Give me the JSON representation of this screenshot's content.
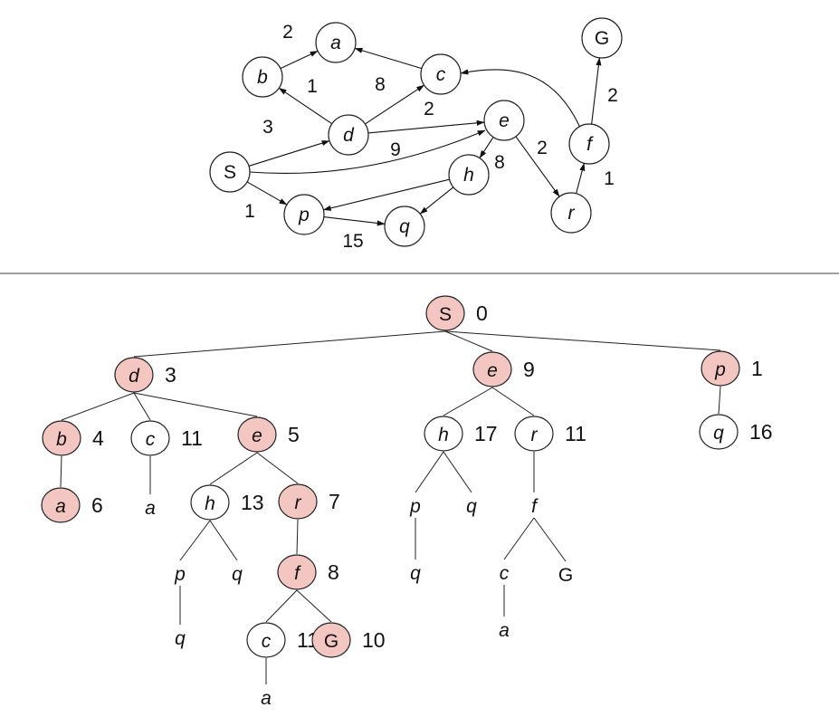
{
  "graph": {
    "nodes": [
      {
        "id": "S",
        "label": "S",
        "italic": false
      },
      {
        "id": "a",
        "label": "a",
        "italic": true
      },
      {
        "id": "b",
        "label": "b",
        "italic": true
      },
      {
        "id": "c",
        "label": "c",
        "italic": true
      },
      {
        "id": "d",
        "label": "d",
        "italic": true
      },
      {
        "id": "e",
        "label": "e",
        "italic": true
      },
      {
        "id": "f",
        "label": "f",
        "italic": true
      },
      {
        "id": "G",
        "label": "G",
        "italic": false
      },
      {
        "id": "h",
        "label": "h",
        "italic": true
      },
      {
        "id": "p",
        "label": "p",
        "italic": true
      },
      {
        "id": "q",
        "label": "q",
        "italic": true
      },
      {
        "id": "r",
        "label": "r",
        "italic": true
      }
    ],
    "edges": [
      {
        "from": "b",
        "to": "a",
        "weight": "2"
      },
      {
        "from": "c",
        "to": "a",
        "weight": ""
      },
      {
        "from": "d",
        "to": "b",
        "weight": "1"
      },
      {
        "from": "d",
        "to": "c",
        "weight": "8"
      },
      {
        "from": "d",
        "to": "e",
        "weight": "2"
      },
      {
        "from": "S",
        "to": "d",
        "weight": "3"
      },
      {
        "from": "S",
        "to": "e",
        "weight": "9"
      },
      {
        "from": "S",
        "to": "p",
        "weight": "1"
      },
      {
        "from": "e",
        "to": "h",
        "weight": "8"
      },
      {
        "from": "e",
        "to": "r",
        "weight": "2"
      },
      {
        "from": "h",
        "to": "p",
        "weight": ""
      },
      {
        "from": "h",
        "to": "q",
        "weight": ""
      },
      {
        "from": "p",
        "to": "q",
        "weight": "15"
      },
      {
        "from": "r",
        "to": "f",
        "weight": "1"
      },
      {
        "from": "f",
        "to": "c",
        "weight": ""
      },
      {
        "from": "f",
        "to": "G",
        "weight": "2"
      }
    ]
  },
  "tree": {
    "nodes": [
      {
        "id": "t0",
        "label": "S",
        "italic": false,
        "style": "filled",
        "cost": "0"
      },
      {
        "id": "t1",
        "label": "d",
        "italic": true,
        "style": "filled",
        "cost": "3"
      },
      {
        "id": "t2",
        "label": "e",
        "italic": true,
        "style": "filled",
        "cost": "9"
      },
      {
        "id": "t3",
        "label": "p",
        "italic": true,
        "style": "filled",
        "cost": "1"
      },
      {
        "id": "t4",
        "label": "b",
        "italic": true,
        "style": "filled",
        "cost": "4"
      },
      {
        "id": "t5",
        "label": "c",
        "italic": true,
        "style": "open",
        "cost": "11"
      },
      {
        "id": "t6",
        "label": "e",
        "italic": true,
        "style": "filled",
        "cost": "5"
      },
      {
        "id": "t7",
        "label": "a",
        "italic": true,
        "style": "filled",
        "cost": "6"
      },
      {
        "id": "t8",
        "label": "a",
        "italic": true,
        "style": "plain",
        "cost": ""
      },
      {
        "id": "t9",
        "label": "h",
        "italic": true,
        "style": "open",
        "cost": "13"
      },
      {
        "id": "t10",
        "label": "r",
        "italic": true,
        "style": "filled",
        "cost": "7"
      },
      {
        "id": "t11",
        "label": "p",
        "italic": true,
        "style": "plain",
        "cost": ""
      },
      {
        "id": "t12",
        "label": "q",
        "italic": true,
        "style": "plain",
        "cost": ""
      },
      {
        "id": "t13",
        "label": "q",
        "italic": true,
        "style": "plain",
        "cost": ""
      },
      {
        "id": "t14",
        "label": "f",
        "italic": true,
        "style": "filled",
        "cost": "8"
      },
      {
        "id": "t15",
        "label": "c",
        "italic": true,
        "style": "open",
        "cost": "11"
      },
      {
        "id": "t16",
        "label": "G",
        "italic": false,
        "style": "filled",
        "cost": "10"
      },
      {
        "id": "t17",
        "label": "a",
        "italic": true,
        "style": "plain",
        "cost": ""
      },
      {
        "id": "t18",
        "label": "h",
        "italic": true,
        "style": "open",
        "cost": "17"
      },
      {
        "id": "t19",
        "label": "r",
        "italic": true,
        "style": "open",
        "cost": "11"
      },
      {
        "id": "t20",
        "label": "p",
        "italic": true,
        "style": "plain",
        "cost": ""
      },
      {
        "id": "t21",
        "label": "q",
        "italic": true,
        "style": "plain",
        "cost": ""
      },
      {
        "id": "t22",
        "label": "q",
        "italic": true,
        "style": "plain",
        "cost": ""
      },
      {
        "id": "t23",
        "label": "f",
        "italic": true,
        "style": "plain",
        "cost": ""
      },
      {
        "id": "t24",
        "label": "c",
        "italic": true,
        "style": "plain",
        "cost": ""
      },
      {
        "id": "t25",
        "label": "G",
        "italic": false,
        "style": "plain",
        "cost": ""
      },
      {
        "id": "t26",
        "label": "a",
        "italic": true,
        "style": "plain",
        "cost": ""
      },
      {
        "id": "t27",
        "label": "q",
        "italic": true,
        "style": "open",
        "cost": "16"
      }
    ],
    "edges": [
      [
        "t0",
        "t1"
      ],
      [
        "t0",
        "t2"
      ],
      [
        "t0",
        "t3"
      ],
      [
        "t1",
        "t4"
      ],
      [
        "t1",
        "t5"
      ],
      [
        "t1",
        "t6"
      ],
      [
        "t4",
        "t7"
      ],
      [
        "t5",
        "t8"
      ],
      [
        "t6",
        "t9"
      ],
      [
        "t6",
        "t10"
      ],
      [
        "t9",
        "t11"
      ],
      [
        "t9",
        "t12"
      ],
      [
        "t11",
        "t13"
      ],
      [
        "t10",
        "t14"
      ],
      [
        "t14",
        "t15"
      ],
      [
        "t14",
        "t16"
      ],
      [
        "t15",
        "t17"
      ],
      [
        "t2",
        "t18"
      ],
      [
        "t2",
        "t19"
      ],
      [
        "t18",
        "t20"
      ],
      [
        "t18",
        "t21"
      ],
      [
        "t20",
        "t22"
      ],
      [
        "t19",
        "t23"
      ],
      [
        "t23",
        "t24"
      ],
      [
        "t23",
        "t25"
      ],
      [
        "t24",
        "t26"
      ],
      [
        "t3",
        "t27"
      ]
    ]
  },
  "colors": {
    "filled_node": "#f4c6c1",
    "node_stroke": "#222222",
    "line": "#222222"
  }
}
